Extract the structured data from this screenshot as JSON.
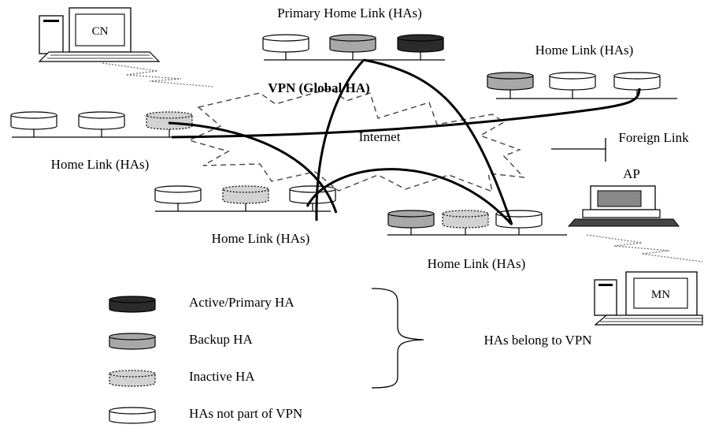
{
  "labels": {
    "primary_home_link": "Primary Home Link (HAs)",
    "home_link_top_right": "Home Link (HAs)",
    "vpn_global_ha": "VPN (Global HA)",
    "internet": "Internet",
    "foreign_link": "Foreign Link",
    "home_link_left": "Home Link (HAs)",
    "ap": "AP",
    "home_link_center": "Home Link (HAs)",
    "home_link_bottom": "Home Link (HAs)",
    "cn": "CN",
    "mn": "MN"
  },
  "legend": {
    "items": [
      {
        "label": "Active/Primary HA",
        "state": "active"
      },
      {
        "label": "Backup HA",
        "state": "backup"
      },
      {
        "label": "Inactive HA",
        "state": "inactive"
      },
      {
        "label": "HAs not part of VPN",
        "state": "none"
      }
    ],
    "brace_label": "HAs belong to VPN"
  },
  "colors": {
    "active": "#2b2b2b",
    "backup": "#a8a8a8",
    "inactive": "#d2d2d2",
    "none": "#ffffff",
    "line": "#000000"
  }
}
